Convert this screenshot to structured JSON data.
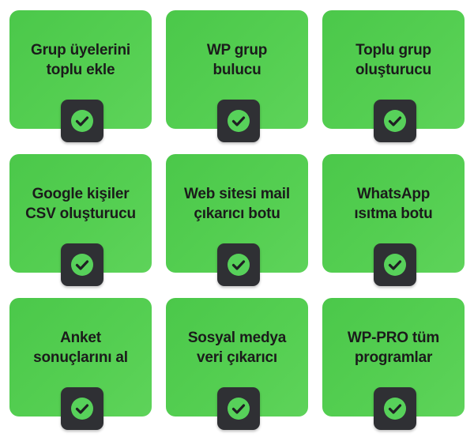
{
  "features": [
    {
      "label": "Grup üyelerini\ntoplu ekle",
      "icon": "checkmark-icon",
      "checked": true
    },
    {
      "label": "WP grup\nbulucu",
      "icon": "checkmark-icon",
      "checked": true
    },
    {
      "label": "Toplu grup\noluşturucu",
      "icon": "checkmark-icon",
      "checked": true
    },
    {
      "label": "Google kişiler\nCSV oluşturucu",
      "icon": "checkmark-icon",
      "checked": true
    },
    {
      "label": "Web sitesi mail\nçıkarıcı botu",
      "icon": "checkmark-icon",
      "checked": true
    },
    {
      "label": "WhatsApp\nısıtma botu",
      "icon": "checkmark-icon",
      "checked": true
    },
    {
      "label": "Anket\nsonuçlarını al",
      "icon": "checkmark-icon",
      "checked": true
    },
    {
      "label": "Sosyal medya\nveri çıkarıcı",
      "icon": "checkmark-icon",
      "checked": true
    },
    {
      "label": "WP-PRO tüm\nprogramlar",
      "icon": "checkmark-icon",
      "checked": true
    }
  ],
  "colors": {
    "card_green": "#51cc4e",
    "check_box_dark": "#2f3034",
    "check_circle_green": "#57d15a",
    "text_dark": "#1b1b1b"
  }
}
